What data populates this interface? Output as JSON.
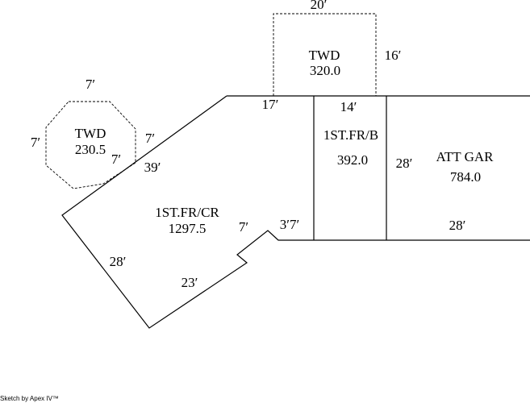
{
  "areas": {
    "twd_top": {
      "name": "TWD",
      "value": "320.0"
    },
    "twd_oct": {
      "name": "TWD",
      "value": "230.5"
    },
    "first_floor_cr": {
      "name": "1ST.FR/CR",
      "value": "1297.5"
    },
    "first_floor_b": {
      "name": "1ST.FR/B",
      "value": "392.0"
    },
    "att_garage": {
      "name": "ATT GAR",
      "value": "784.0"
    }
  },
  "dimensions": {
    "twd_top_width": "20′",
    "twd_top_depth": "16′",
    "oct_top": "7′",
    "oct_left": "7′",
    "oct_right": "7′",
    "oct_inner": "7′",
    "diag_wall": "39′",
    "top_wall": "17′",
    "room_b_width": "14′",
    "garage_depth": "28′",
    "garage_width": "28′",
    "left_wall": "28′",
    "bottom_wall": "23′",
    "notch_wall": "7′",
    "notch_small": "3′7′"
  },
  "footer": {
    "credit": "Sketch by Apex IV™"
  },
  "colors": {
    "lines": "#000000",
    "background": "#ffffff"
  }
}
